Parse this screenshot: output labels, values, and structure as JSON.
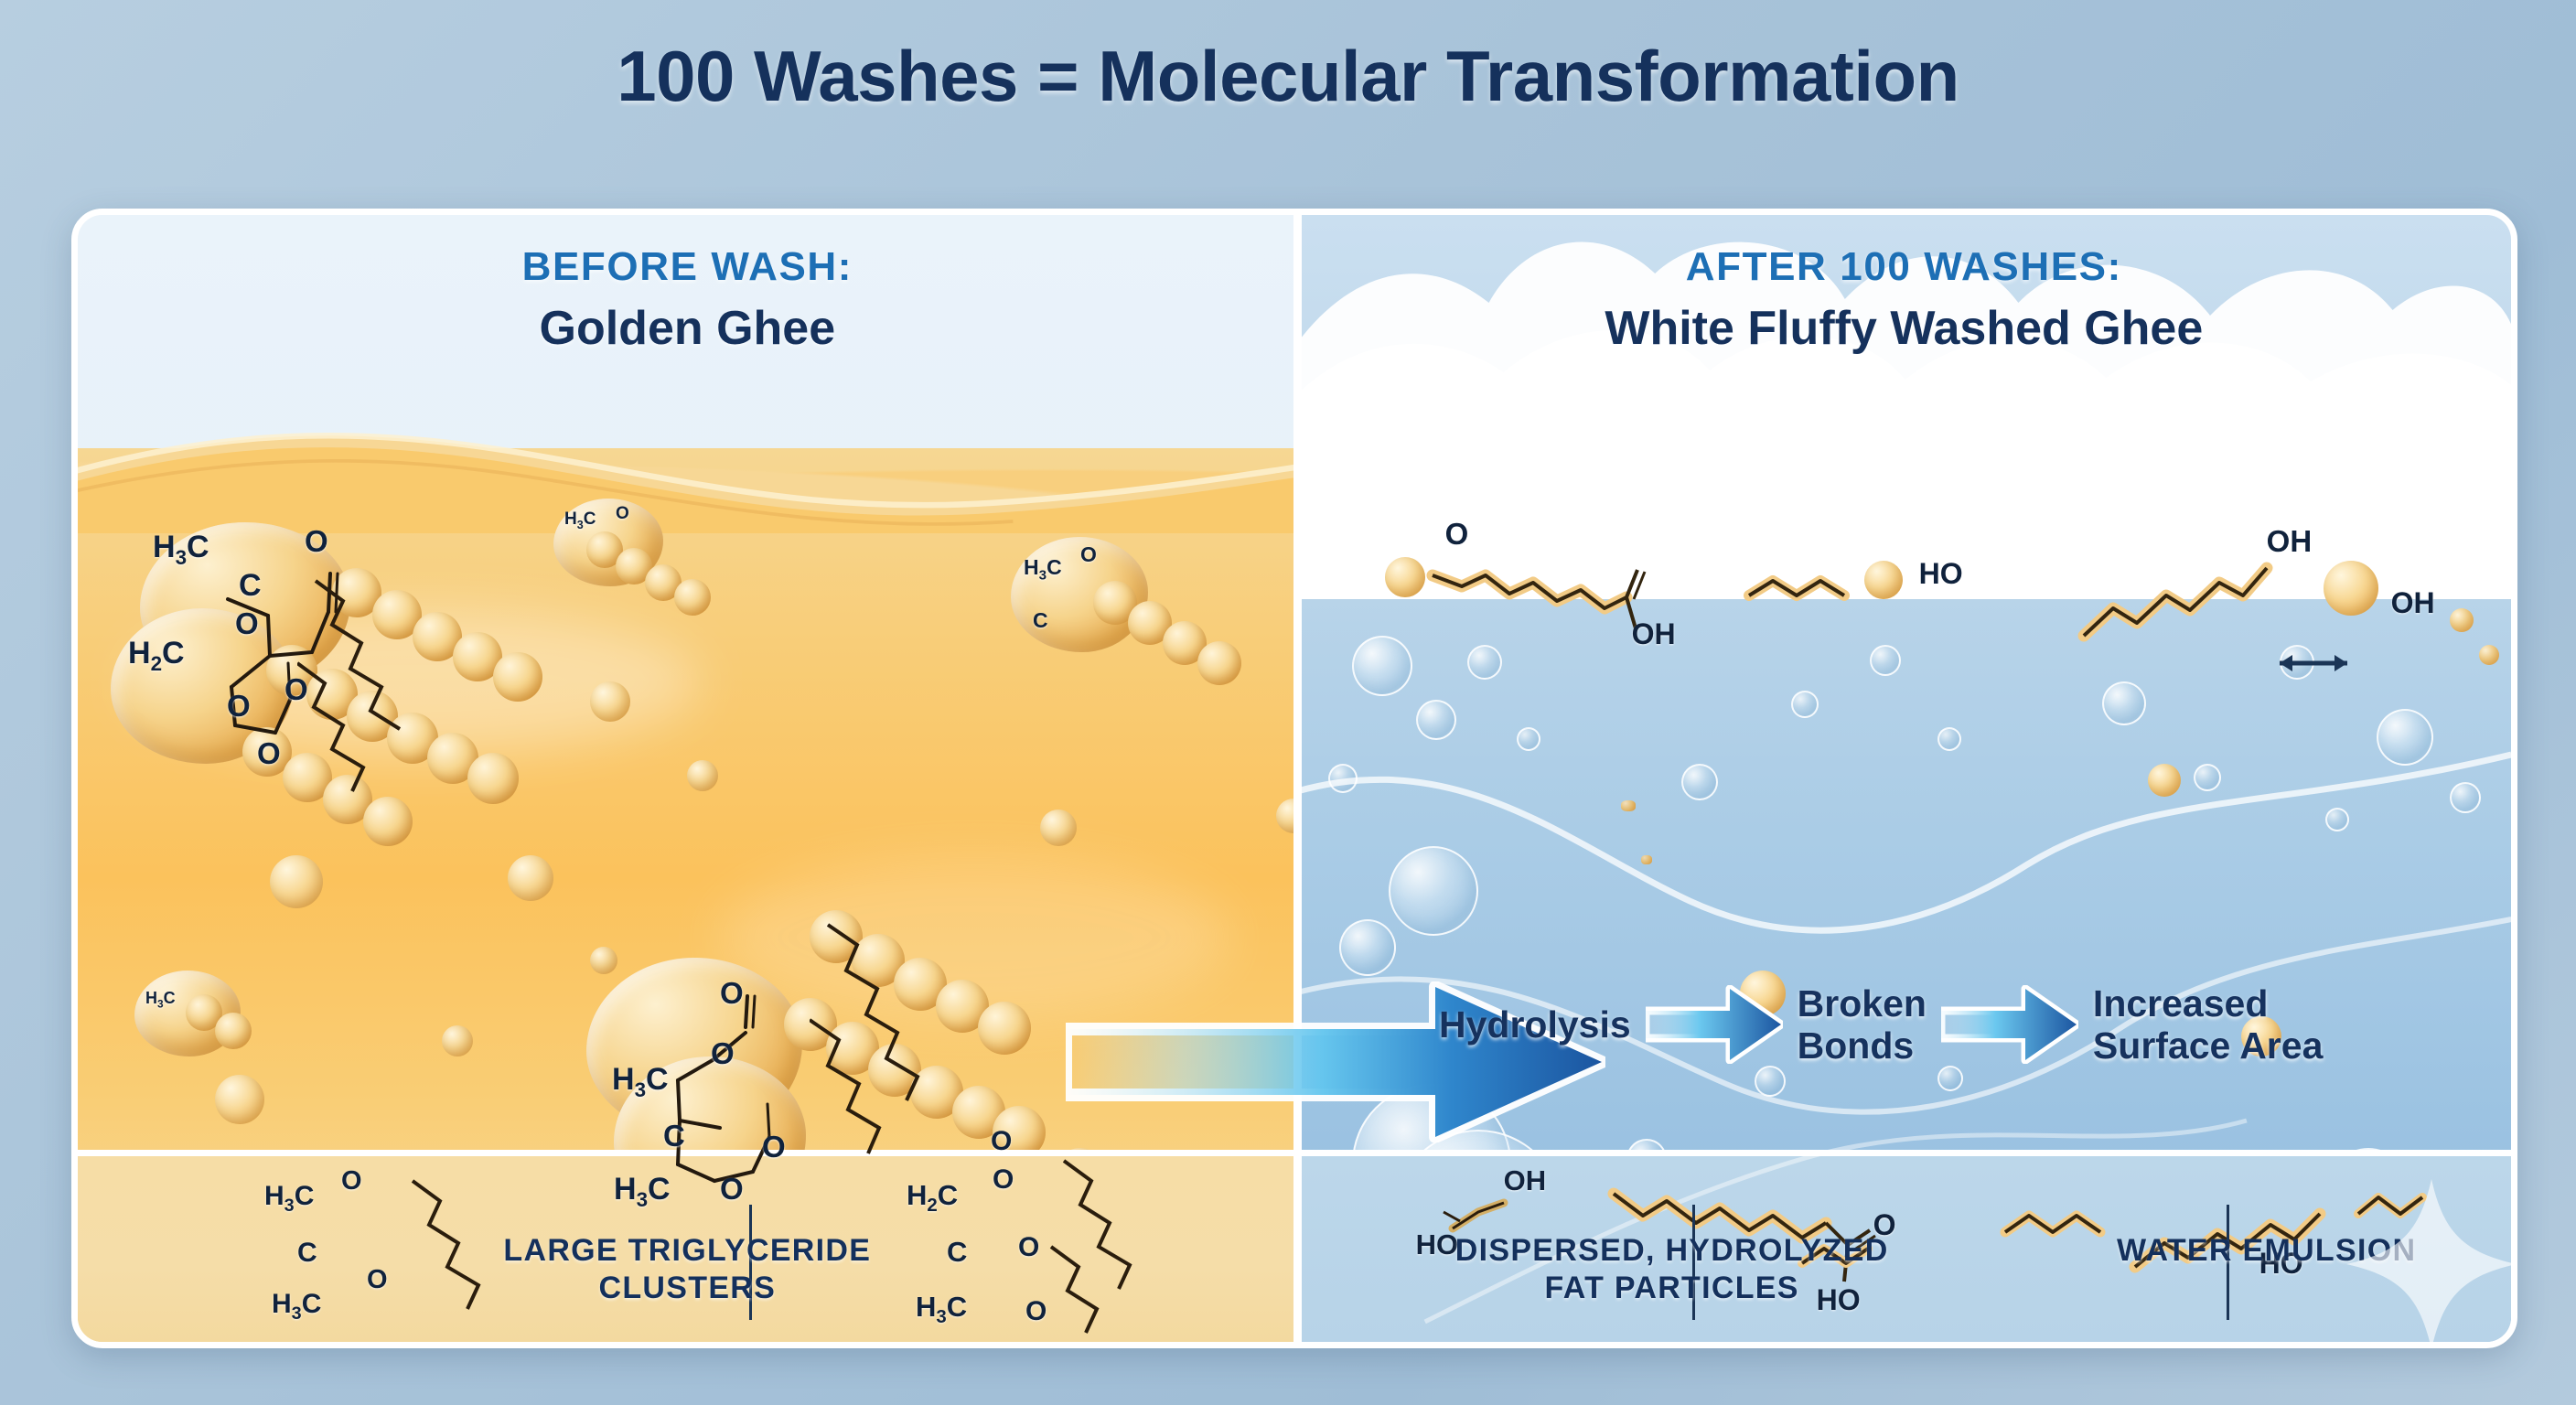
{
  "title": "100 Washes = Molecular Transformation",
  "panels": {
    "before": {
      "kicker": "BEFORE WASH:",
      "subtitle": "Golden Ghee",
      "caption": "LARGE TRIGLYCERIDE\nCLUSTERS",
      "chem_labels": [
        "H3C",
        "C",
        "H2C",
        "O"
      ],
      "molecule_name": "triglyceride"
    },
    "after": {
      "kicker": "AFTER 100 WASHES:",
      "subtitle": "White Fluffy Washed Ghee",
      "caption_left": "DISPERSED, HYDROLYZED\nFAT PARTICLES",
      "caption_right": "WATER EMULSION",
      "chem_labels": [
        "O",
        "OH",
        "HO"
      ],
      "molecule_name": "free-fatty-acid"
    }
  },
  "process_chain": [
    {
      "label": "Hydrolysis"
    },
    {
      "label": "Broken\nBonds"
    },
    {
      "label": "Increased\nSurface Area"
    }
  ],
  "icons": {
    "main_arrow": "right-arrow-icon",
    "chain_arrow": "right-arrow-icon",
    "sparkle": "sparkle-icon"
  },
  "colors": {
    "background": "#a8c3d9",
    "title_navy": "#15315c",
    "kicker_blue": "#1d6fb5",
    "ghee_gold": "#fbc25c",
    "water_blue": "#aaccE6",
    "arrow_dark": "#1e5ca8",
    "arrow_light": "#8ed6f5",
    "card_border": "#ffffff"
  }
}
